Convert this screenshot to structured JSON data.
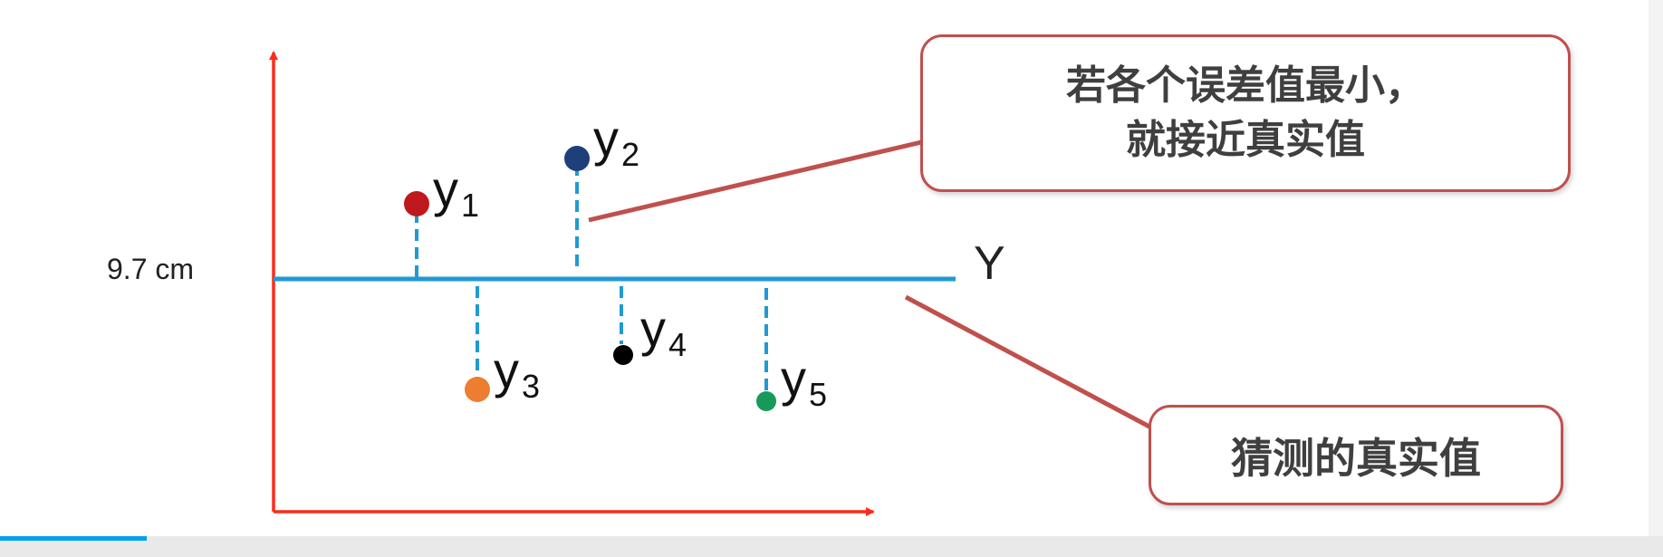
{
  "diagram": {
    "ylabel": "9.7 cm",
    "line_label": "Y",
    "points": [
      {
        "letter": "y",
        "sub": "1",
        "color": "#c0191d",
        "side": "above"
      },
      {
        "letter": "y",
        "sub": "2",
        "color": "#1f3f7a",
        "side": "above"
      },
      {
        "letter": "y",
        "sub": "3",
        "color": "#ed7d31",
        "side": "below"
      },
      {
        "letter": "y",
        "sub": "4",
        "color": "#000000",
        "side": "below"
      },
      {
        "letter": "y",
        "sub": "5",
        "color": "#169a5a",
        "side": "below"
      }
    ],
    "callout_top": {
      "line1": "若各个误差值最小，",
      "line2": "就接近真实值"
    },
    "callout_bottom": "猜测的真实值",
    "colors": {
      "axis": "#ff2a1a",
      "line": "#1f9ad6",
      "arrow": "#c0504d",
      "callout_border": "#c0504d"
    }
  }
}
